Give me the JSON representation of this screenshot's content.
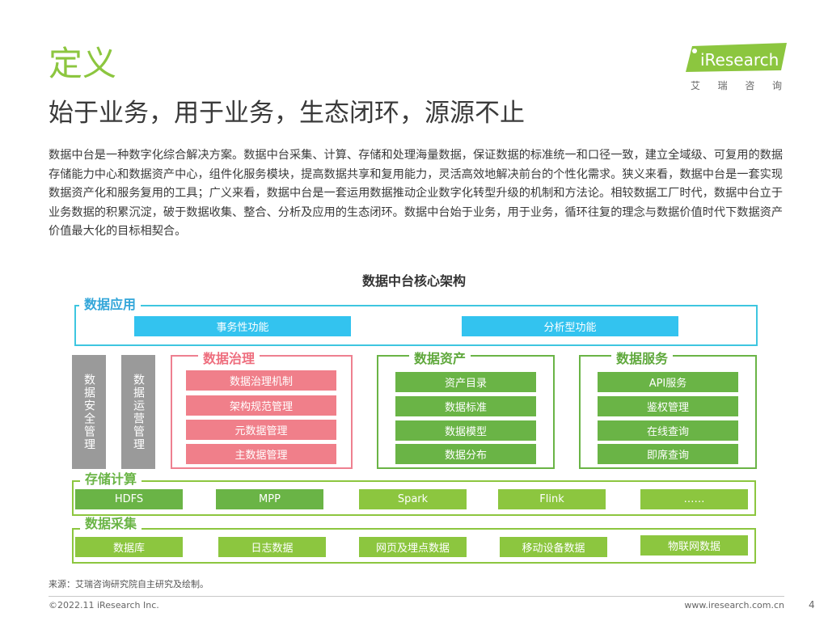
{
  "slide": {
    "title": "定义",
    "subtitle": "始于业务，用于业务，生态闭环，源源不止",
    "body": "数据中台是一种数字化综合解决方案。数据中台采集、计算、存储和处理海量数据，保证数据的标准统一和口径一致，建立全域级、可复用的数据存储能力中心和数据资产中心，组件化服务模块，提高数据共享和复用能力，灵活高效地解决前台的个性化需求。狭义来看，数据中台是一套实现数据资产化和服务复用的工具；广义来看，数据中台是一套运用数据推动企业数字化转型升级的机制和方法论。相较数据工厂时代，数据中台立于业务数据的积累沉淀，破于数据收集、整合、分析及应用的生态闭环。数据中台始于业务，用于业务，循环往复的理念与数据价值时代下数据资产价值最大化的目标相契合。"
  },
  "logo": {
    "brand": "iResearch",
    "chinese_chars": [
      "艾",
      "瑞",
      "咨",
      "询"
    ],
    "colors": {
      "accent": "#8cc63f"
    }
  },
  "diagram": {
    "title": "数据中台核心架构",
    "app_layer": {
      "label": "数据应用",
      "items": [
        "事务性功能",
        "分析型功能"
      ]
    },
    "side_columns": [
      "数据安全管理",
      "数据运营管理"
    ],
    "governance": {
      "label": "数据治理",
      "items": [
        "数据治理机制",
        "架构规范管理",
        "元数据管理",
        "主数据管理"
      ]
    },
    "assets": {
      "label": "数据资产",
      "items": [
        "资产目录",
        "数据标准",
        "数据模型",
        "数据分布"
      ]
    },
    "services": {
      "label": "数据服务",
      "items": [
        "API服务",
        "鉴权管理",
        "在线查询",
        "即席查询"
      ]
    },
    "storage": {
      "label": "存储计算",
      "items": [
        "HDFS",
        "MPP",
        "Spark",
        "Flink",
        "……"
      ]
    },
    "collection": {
      "label": "数据采集",
      "items": [
        "数据库",
        "日志数据",
        "网页及埋点数据",
        "移动设备数据",
        "物联网数据"
      ]
    },
    "colors": {
      "cyan": "#33c3ef",
      "pink": "#f07f8a",
      "green": "#6ab446",
      "light_green": "#8cc63f",
      "gray": "#9a9a9a"
    }
  },
  "footer": {
    "source": "来源：艾瑞咨询研究院自主研究及绘制。",
    "copyright": "©2022.11 iResearch Inc.",
    "website": "www.iresearch.com.cn",
    "page_number": "4"
  }
}
